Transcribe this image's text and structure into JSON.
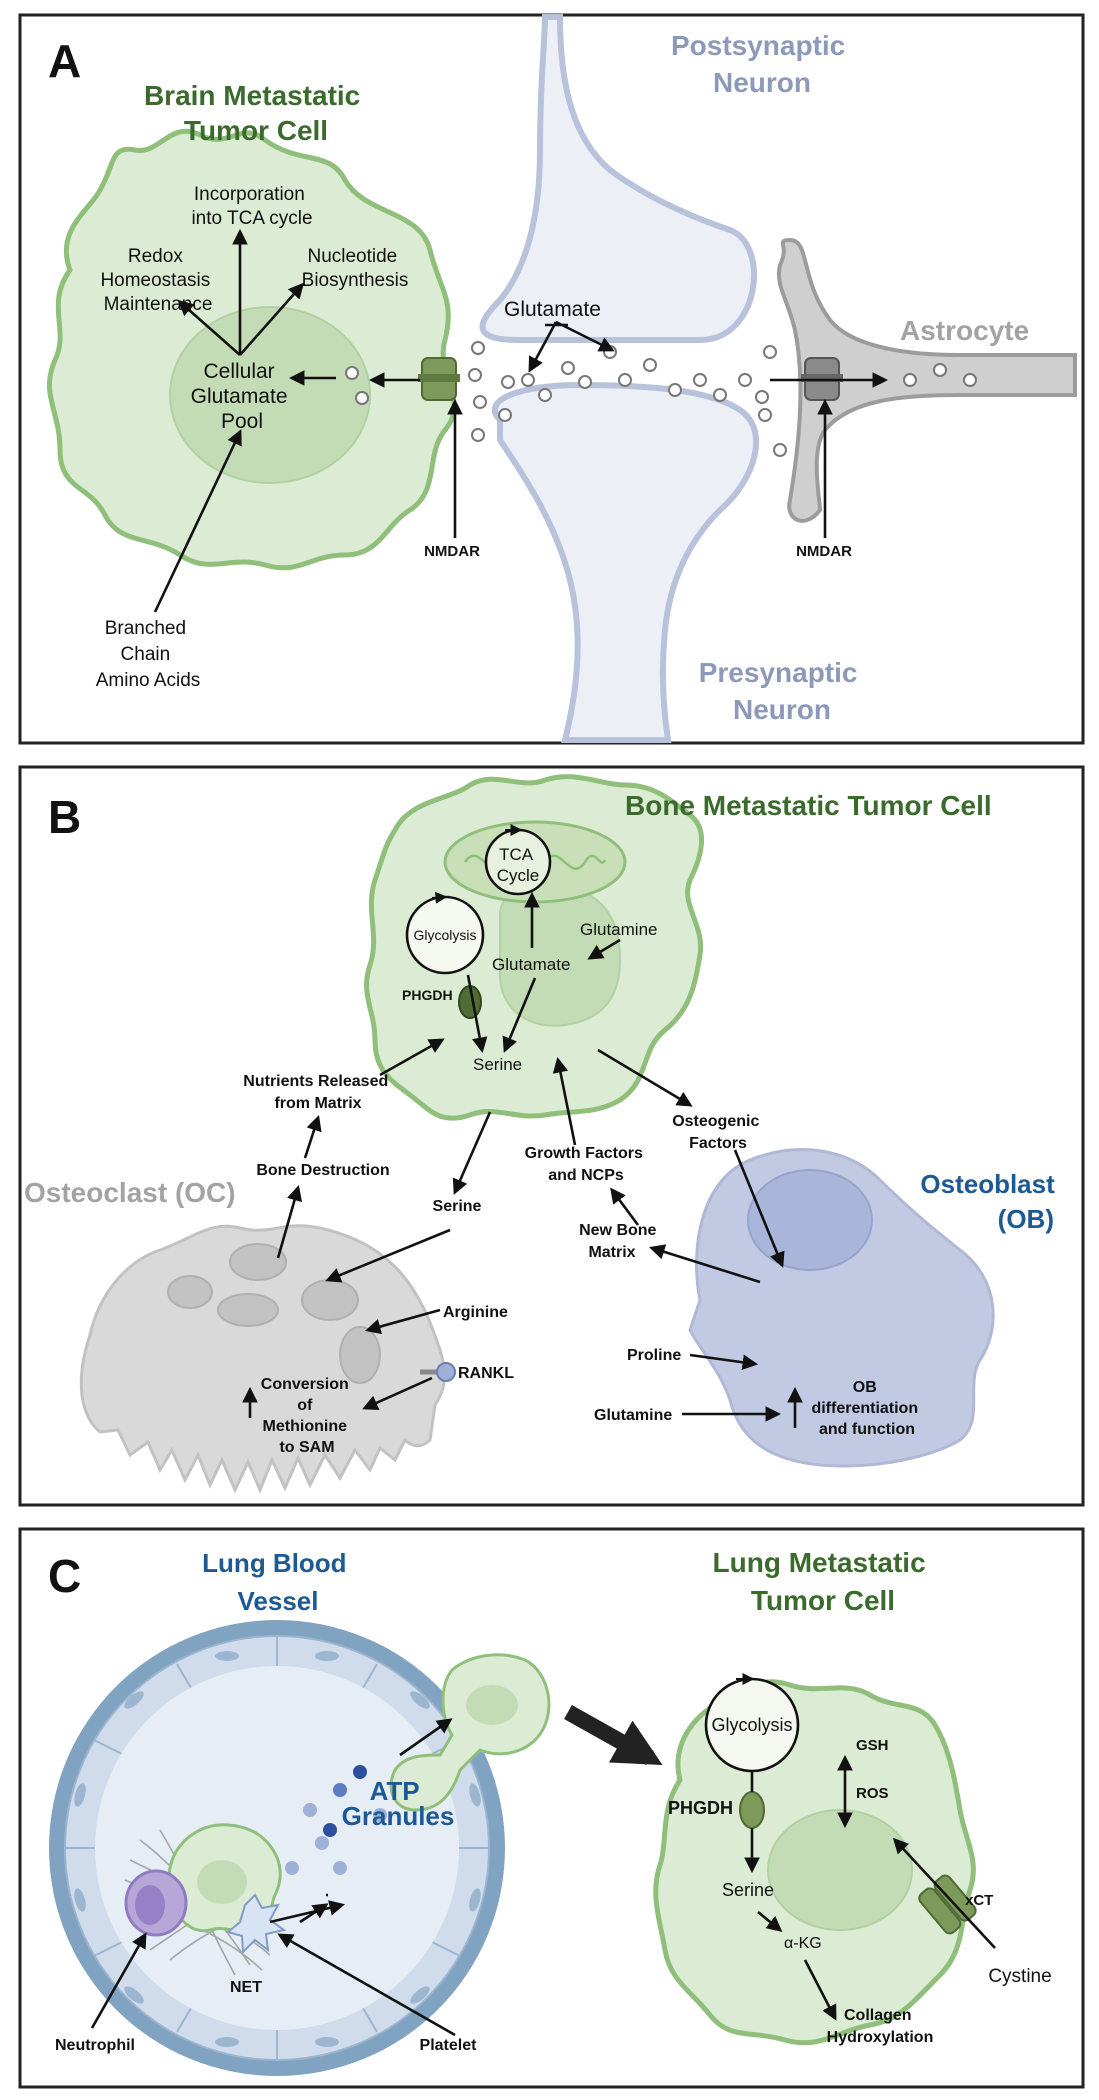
{
  "panels": {
    "a": {
      "letter": "A",
      "brain_cell_title": [
        "Brain Metastatic",
        "Tumor Cell"
      ],
      "postsynaptic": [
        "Postsynaptic",
        "Neuron"
      ],
      "presynaptic": [
        "Presynaptic",
        "Neuron"
      ],
      "astrocyte": "Astrocyte",
      "tca": [
        "Incorporation",
        "into TCA cycle"
      ],
      "redox": [
        "Redox",
        "Homeostasis",
        "Maintenance"
      ],
      "nucleotide": [
        "Nucleotide",
        "Biosynthesis"
      ],
      "pool": [
        "Cellular",
        "Glutamate",
        "Pool"
      ],
      "glutamate": "Glutamate",
      "nmdar_left": "NMDAR",
      "nmdar_right": "NMDAR",
      "bcaa": [
        "Branched",
        "Chain",
        "Amino Acids"
      ]
    },
    "b": {
      "letter": "B",
      "bone_cell_title": "Bone Metastatic Tumor Cell",
      "tca": [
        "TCA",
        "Cycle"
      ],
      "glycolysis": "Glycolysis",
      "glutamine_top": "Glutamine",
      "glutamate": "Glutamate",
      "phgdh": "PHGDH",
      "serine_top": "Serine",
      "nutrients": [
        "Nutrients Released",
        "from Matrix"
      ],
      "osteogenic": [
        "Osteogenic",
        "Factors"
      ],
      "bone_destruction": "Bone Destruction",
      "growth_factors": [
        "Growth Factors",
        "and NCPs"
      ],
      "osteoclast": "Osteoclast (OC)",
      "osteoblast": [
        "Osteoblast",
        "(OB)"
      ],
      "serine_mid": "Serine",
      "new_bone": [
        "New Bone",
        "Matrix"
      ],
      "arginine": "Arginine",
      "rankl": "RANKL",
      "conversion": [
        "Conversion",
        "of",
        "Methionine",
        "to SAM"
      ],
      "proline": "Proline",
      "glutamine_bottom": "Glutamine",
      "ob_function": [
        "OB",
        "differentiation",
        "and function"
      ]
    },
    "c": {
      "letter": "C",
      "vessel_title": [
        "Lung Blood",
        "Vessel"
      ],
      "lung_cell_title": [
        "Lung Metastatic",
        "Tumor Cell"
      ],
      "atp": [
        "ATP",
        "Granules"
      ],
      "net": "NET",
      "neutrophil": "Neutrophil",
      "platelet": "Platelet",
      "glycolysis": "Glycolysis",
      "gsh": "GSH",
      "ros": "ROS",
      "phgdh": "PHGDH",
      "serine": "Serine",
      "xct": "xCT",
      "akg": "α-KG",
      "cystine": "Cystine",
      "collagen": [
        "Collagen",
        "Hydroxylation"
      ]
    }
  },
  "colors": {
    "tumor_fill": "#dcebd3",
    "tumor_stroke": "#8fbf7a",
    "nucleus": "#c4dcb6",
    "neuron_fill": "#eceff6",
    "neuron_stroke": "#b8c2da",
    "osteoclast_fill": "#d9d9d9",
    "osteoblast_fill": "#c2c9e3",
    "vessel_ring": "#7fa3c0",
    "vessel_lumen": "#e6edf5",
    "title_green": "#3a6b2c",
    "title_blue": "#1d5a94"
  }
}
